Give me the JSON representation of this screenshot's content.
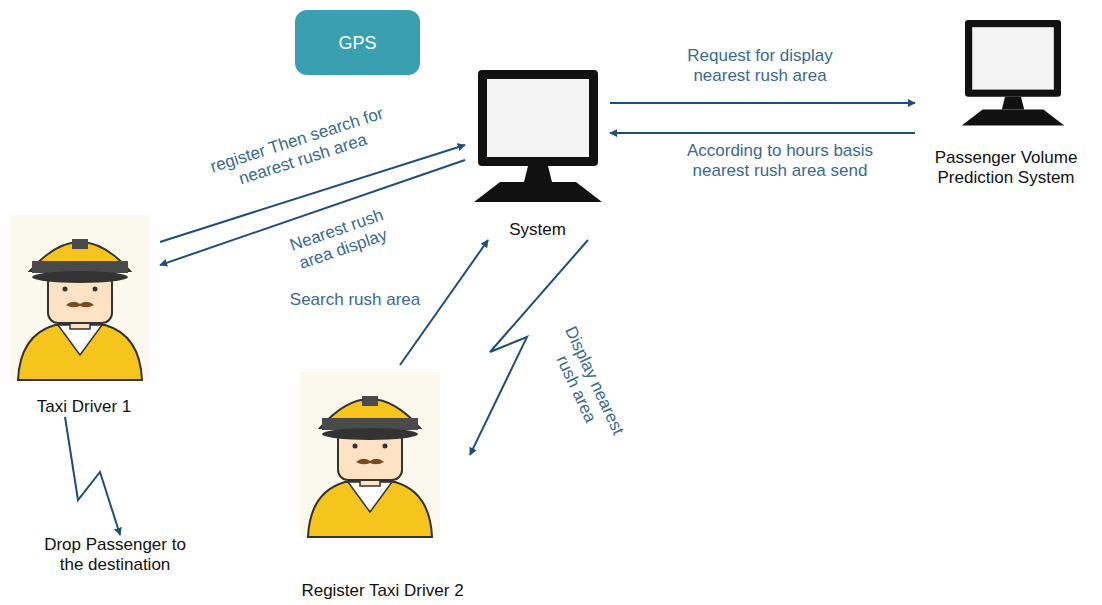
{
  "diagram": {
    "nodes": [
      {
        "text": [
          "GPS"
        ]
      },
      {
        "text": [
          "System"
        ]
      },
      {
        "text": [
          "Passenger Volume Prediction System"
        ]
      },
      {
        "text": [
          "Taxi Driver 1"
        ]
      },
      {
        "text": [
          "Register Taxi Driver 2"
        ]
      },
      {
        "text": [
          "Drop Passenger to the destination"
        ]
      }
    ],
    "edges": [
      {
        "from": 3,
        "to": 1,
        "arrow": "to",
        "label": "register Then search for nearest rush area"
      },
      {
        "from": 1,
        "to": 3,
        "arrow": "to",
        "label": "Nearest rush area display"
      },
      {
        "from": 1,
        "to": 2,
        "arrow": "to",
        "label": "Request for display nearest rush area"
      },
      {
        "from": 2,
        "to": 1,
        "arrow": "to",
        "label": "According to hours basis nearest rush area send"
      },
      {
        "from": 4,
        "to": 1,
        "arrow": "to",
        "label": "Search rush area"
      },
      {
        "from": 1,
        "to": 4,
        "arrow": "to",
        "label": "Display nearest rush area"
      },
      {
        "from": 3,
        "to": 5,
        "arrow": "to"
      }
    ]
  }
}
